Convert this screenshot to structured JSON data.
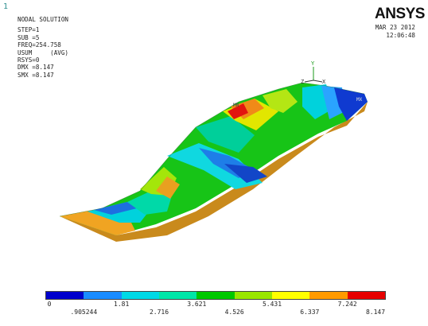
{
  "window_number": "1",
  "info": {
    "title": "NODAL SOLUTION",
    "step": "STEP=1",
    "sub": "SUB =5",
    "freq": "FREQ=254.758",
    "usum": "USUM     (AVG)",
    "rsys": "RSYS=0",
    "dmx": "DMX =8.147",
    "smx": "SMX =8.147"
  },
  "logo": {
    "text": "ANSYS"
  },
  "date": {
    "date": "MAR 23 2012",
    "time": "12:06:48"
  },
  "triad": {
    "y": "Y",
    "z": "Z",
    "x": "X"
  },
  "markers": {
    "mx": "MX",
    "mn": "MN"
  },
  "legend": {
    "colors": [
      "#0000cc",
      "#1a8cff",
      "#00d9e6",
      "#00e6a8",
      "#00c800",
      "#99e600",
      "#ffff00",
      "#ff9a00",
      "#e60000"
    ],
    "top_labels": [
      "0",
      "1.81",
      "3.621",
      "5.431",
      "7.242"
    ],
    "bottom_labels": [
      ".905244",
      "2.716",
      "4.526",
      "6.337",
      "8.147"
    ]
  }
}
